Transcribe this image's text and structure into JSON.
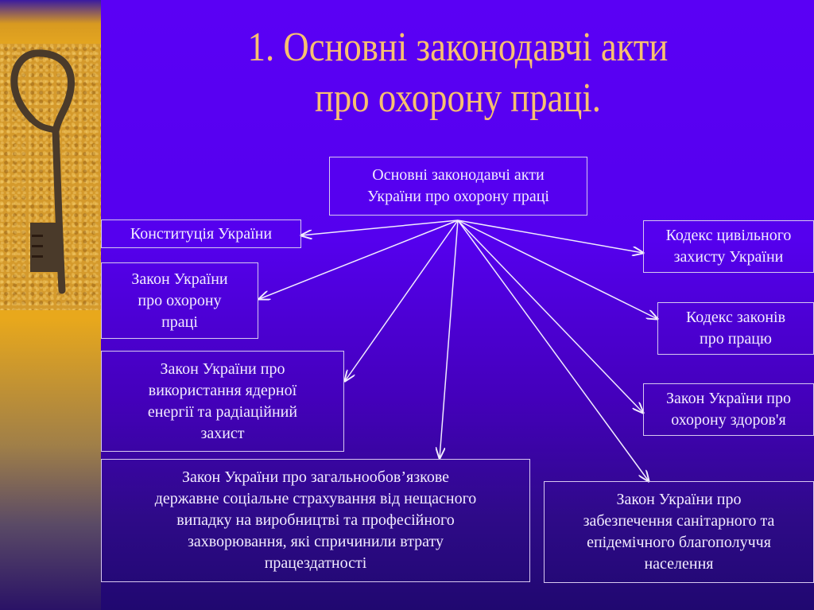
{
  "slide": {
    "title_line1": "1. Основні законодавчі акти",
    "title_line2": "про охорону праці.",
    "colors": {
      "title": "#f8c070",
      "background_top": "#5a00f5",
      "background_bottom": "#200870",
      "box_border": "#d8c8f0",
      "box_text": "#f2ecff"
    },
    "decoration": "key-image"
  },
  "diagram": {
    "root": "Основні законодавчі акти\nУкраїни про охорону праці",
    "nodes": [
      "Конституція України",
      "Закон України\nпро охорону\nпраці",
      "Закон України про\nвикористання ядерної\nенергії та радіаційний\nзахист",
      "Закон України про загальнообов’язкове\nдержавне соціальне страхування від нещасного\nвипадку на виробництві та професійного\nзахворювання, які спричинили втрату\nпрацездатності",
      "Кодекс цивільного\nзахисту України",
      "Кодекс законів\nпро працю",
      "Закон України про\nохорону здоров'я",
      "Закон України про\nзабезпечення санітарного та\nепідемічного благополуччя\nнаселення"
    ]
  }
}
